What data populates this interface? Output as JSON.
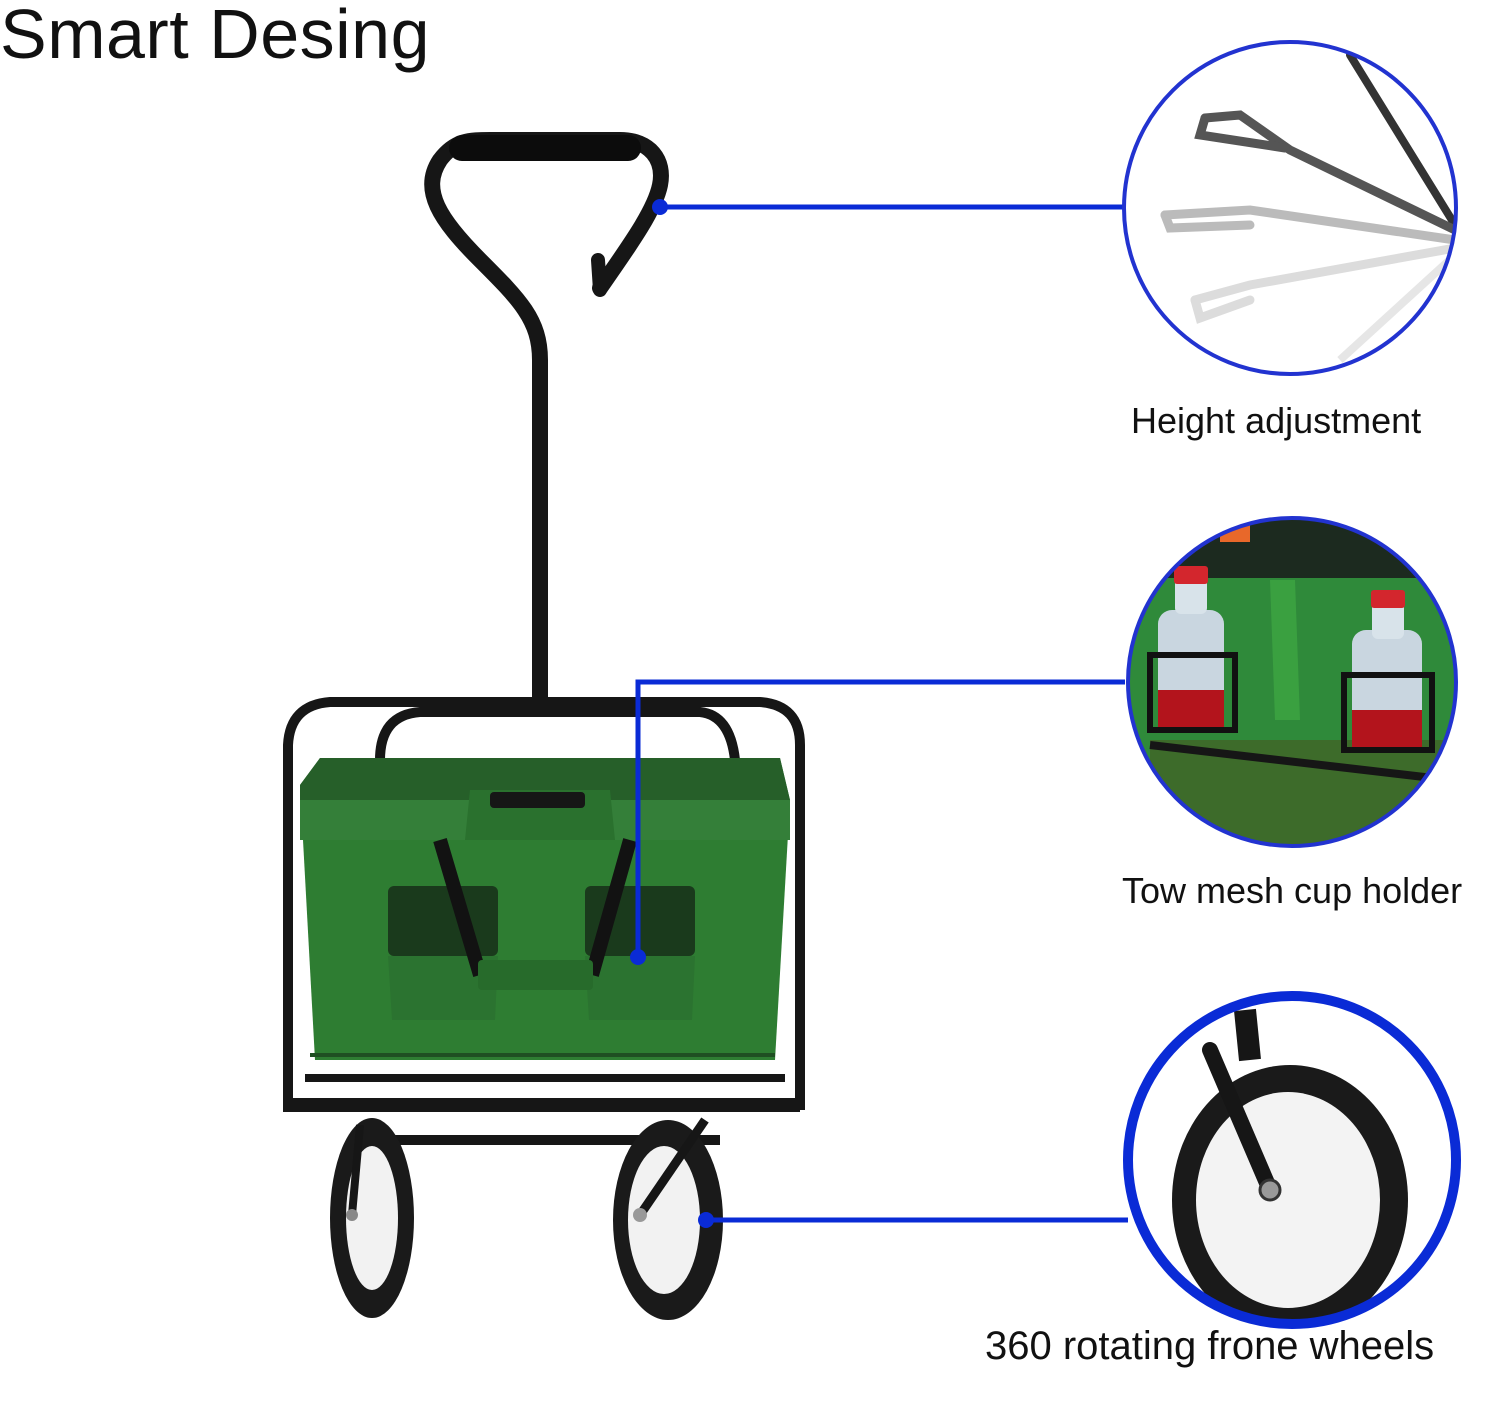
{
  "heading": "Smart Desing",
  "features": [
    {
      "label": "Height adjustment"
    },
    {
      "label": "Tow mesh cup holder"
    },
    {
      "label": "360 rotating frone wheels"
    }
  ],
  "colors": {
    "callout_line": "#0a2bd6",
    "fabric": "#2e7d32",
    "frame": "#161616"
  }
}
